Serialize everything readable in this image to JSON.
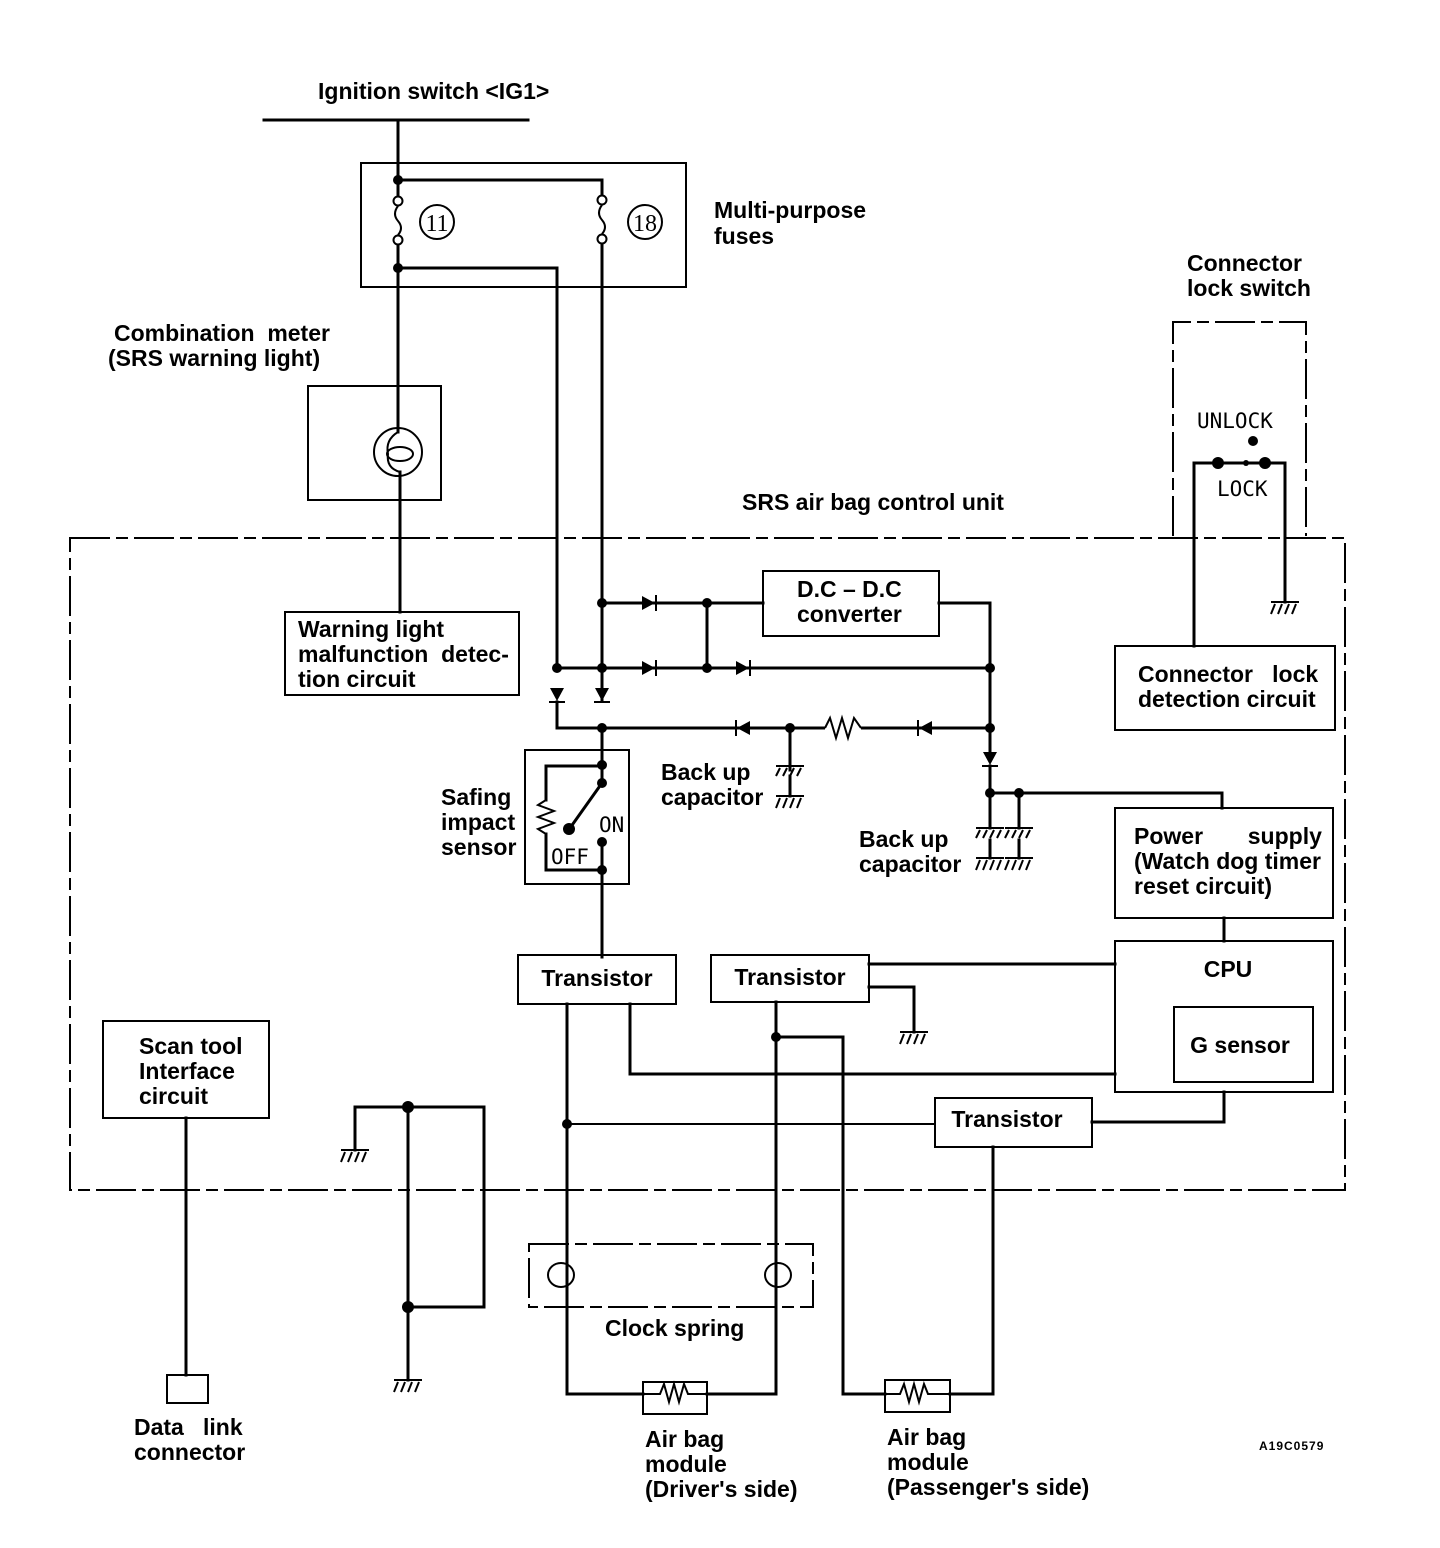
{
  "title": "SRS air bag system circuit diagram",
  "labels": {
    "ignition_switch": "Ignition switch <IG1>",
    "multi_purpose_fuses_1": "Multi-purpose",
    "multi_purpose_fuses_2": "fuses",
    "fuse_a": "11",
    "fuse_b": "18",
    "combination_meter_1": "Combination  meter",
    "combination_meter_2": "(SRS warning light)",
    "connector_lock_switch_1": "Connector",
    "connector_lock_switch_2": "lock switch",
    "unlock": "UNLOCK",
    "lock": "LOCK",
    "control_unit": "SRS air bag control unit",
    "warning_light_circuit_1": "Warning light",
    "warning_light_circuit_2": "malfunction  detec-",
    "warning_light_circuit_3": "tion circuit",
    "dcdc_1": "D.C – D.C",
    "dcdc_2": "converter",
    "connector_lock_detect_1": "Connector   lock",
    "connector_lock_detect_2": "detection circuit",
    "backup_cap_1a": "Back up",
    "backup_cap_1b": "capacitor",
    "backup_cap_2a": "Back up",
    "backup_cap_2b": "capacitor",
    "safing_1": "Safing",
    "safing_2": "impact",
    "safing_3": "sensor",
    "on": "ON",
    "off": "OFF",
    "power_supply_1": "Power       supply",
    "power_supply_2": "(Watch dog timer",
    "power_supply_3": "reset circuit)",
    "cpu": "CPU",
    "g_sensor": "G sensor",
    "transistor_1": "Transistor",
    "transistor_2": "Transistor",
    "transistor_3": "Transistor",
    "scan_tool_1": "Scan tool",
    "scan_tool_2": "Interface",
    "scan_tool_3": "circuit",
    "clock_spring": "Clock spring",
    "data_link_1": "Data   link",
    "data_link_2": "connector",
    "airbag_driver_1": "Air bag",
    "airbag_driver_2": "module",
    "airbag_driver_3": "(Driver's side)",
    "airbag_pass_1": "Air bag",
    "airbag_pass_2": "module",
    "airbag_pass_3": "(Passenger's side)",
    "figure_code": "A19C0579"
  }
}
